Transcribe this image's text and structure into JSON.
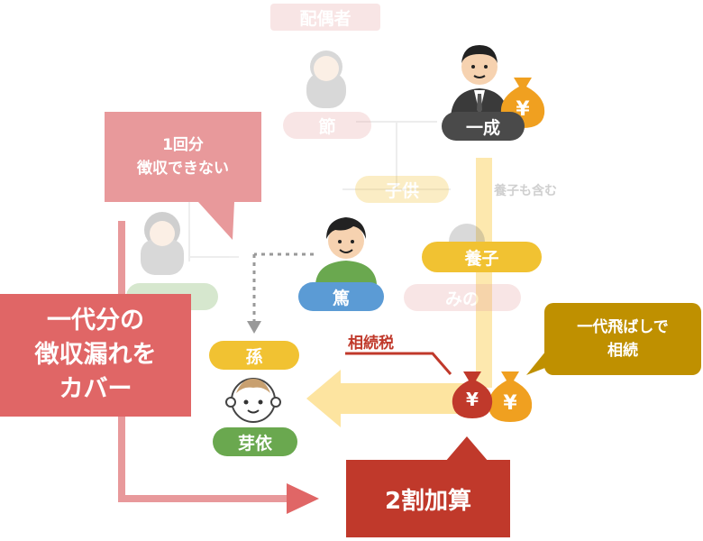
{
  "nodes": {
    "spouse_header": "配偶者",
    "spouse_name": "節",
    "children_label": "子供",
    "adoption_note": "養子も含む",
    "faded_child_name": "みの",
    "grandfather": "一成",
    "adopted_label": "養子",
    "grandson_father": "篤",
    "grandchild_role": "孫",
    "grandchild_name": "芽依"
  },
  "callouts": {
    "one_time_line1": "1回分",
    "one_time_line2": "徴収できない",
    "cover_line1": "一代分の",
    "cover_line2": "徴収漏れを",
    "cover_line3": "カバー",
    "skip_line1": "一代飛ばしで",
    "skip_line2": "相続",
    "tax_label": "相続税",
    "surcharge": "2割加算"
  },
  "money": {
    "symbol": "¥"
  },
  "colors": {
    "faded_red": "#e7a3a3",
    "dark_gray": "#4a4a4a",
    "yellow": "#f1c232",
    "blue": "#5b9bd5",
    "green": "#6aa84f",
    "red_box": "#e06666",
    "pink_box": "#e8999b",
    "dark_red": "#c0392b",
    "gold": "#bf9000",
    "light_yellow": "#fde4a0"
  }
}
